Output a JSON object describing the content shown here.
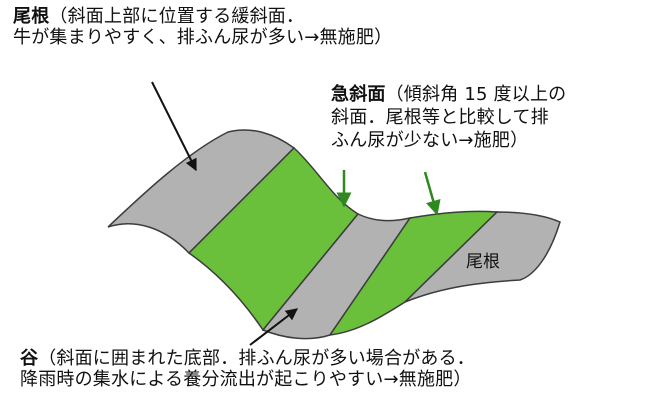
{
  "ridge_top": {
    "term": "尾根",
    "line1": "（斜面上部に位置する緩斜面．",
    "line2": "牛が集まりやすく、排ふん尿が多い→無施肥）"
  },
  "steep_slope": {
    "term": "急斜面",
    "line1": "（傾斜角 15 度以上の",
    "line2": "斜面．尾根等と比較して排",
    "line3": "ふん尿が少ない→施肥）"
  },
  "valley": {
    "term": "谷",
    "line1": "（斜面に囲まれた底部．排ふん尿が多い場合がある．",
    "line2": "降雨時の集水による養分流出が起こりやすい→無施肥）"
  },
  "diagram": {
    "ridge_label": "尾根",
    "colors": {
      "ridge_band": "#b2b2b2",
      "steep_band": "#6abf3b",
      "outline": "#3c3c3c",
      "arrow_black": "#111111",
      "arrow_green": "#2e8a1e"
    }
  }
}
